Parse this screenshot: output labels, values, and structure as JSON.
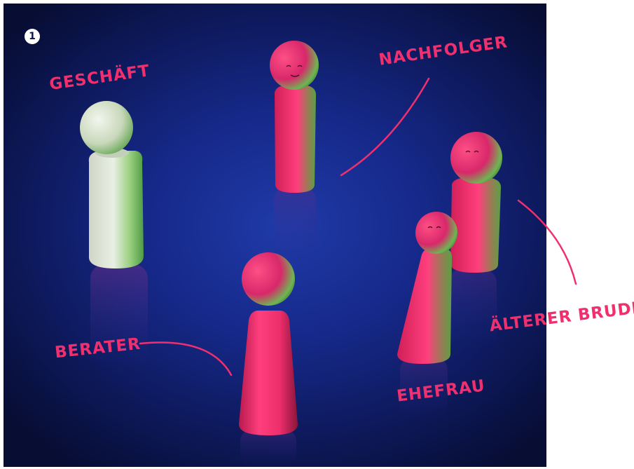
{
  "badge": "1",
  "labels": {
    "geschaeft": "GESCHÄFT",
    "nachfolger": "NACHFOLGER",
    "aelterer_bruder": "ÄLTERER BRUDER",
    "berater": "BERATER",
    "ehefrau": "EHEFRAU"
  },
  "colors": {
    "annotation": "#f0306e",
    "background": "#16298a",
    "figure_pink": "#e8306a",
    "figure_green": "#6cc25a",
    "figure_white": "#e6ece2"
  }
}
